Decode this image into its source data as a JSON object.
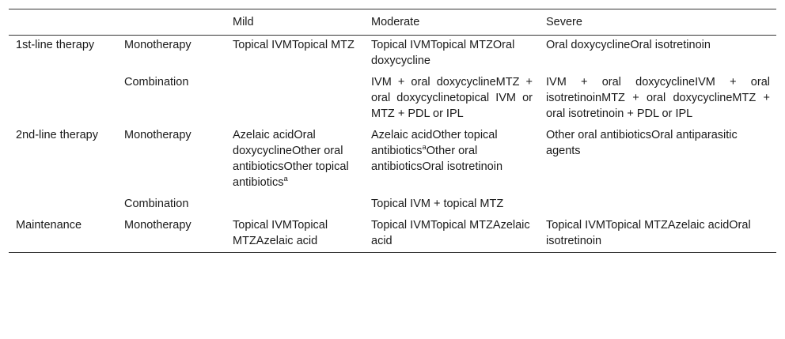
{
  "header": {
    "col1": "",
    "col2": "",
    "mild": "Mild",
    "moderate": "Moderate",
    "severe": "Severe"
  },
  "rows": [
    {
      "section": "1st-line therapy",
      "type": "Monotherapy",
      "mild": "Topical IVMTopical MTZ",
      "moderate": "Topical IVMTopical MTZOral doxycycline",
      "severe": "Oral doxycyclineOral isotretinoin"
    },
    {
      "section": "",
      "type": "Combination",
      "mild": "",
      "moderate": "IVM + oral doxycyclineMTZ + oral doxycyclinetopical IVM or MTZ + PDL or IPL",
      "severe": "IVM + oral doxycyclineIVM + oral isotretinoinMTZ + oral doxycyclineMTZ + oral isotretinoin + PDL or IPL"
    },
    {
      "section": "2nd-line therapy",
      "type": "Monotherapy",
      "mild": "Azelaic acidOral doxycyclineOther oral antibioticsOther topical antibiotics",
      "mild_sup": "a",
      "moderate_part1": "Azelaic acidOther topical antibiotics",
      "moderate_sup": "a",
      "moderate_part2": "Other oral antibioticsOral isotretinoin",
      "severe": "Other oral antibioticsOral antiparasitic agents"
    },
    {
      "section": "",
      "type": "Combination",
      "mild": "",
      "moderate": "Topical IVM + topical MTZ",
      "severe": ""
    },
    {
      "section": "Maintenance",
      "type": "Monotherapy",
      "mild": "Topical IVMTopical MTZAzelaic acid",
      "moderate": "Topical IVMTopical MTZAzelaic acid",
      "severe": "Topical IVMTopical MTZAzelaic acidOral isotretinoin"
    }
  ]
}
